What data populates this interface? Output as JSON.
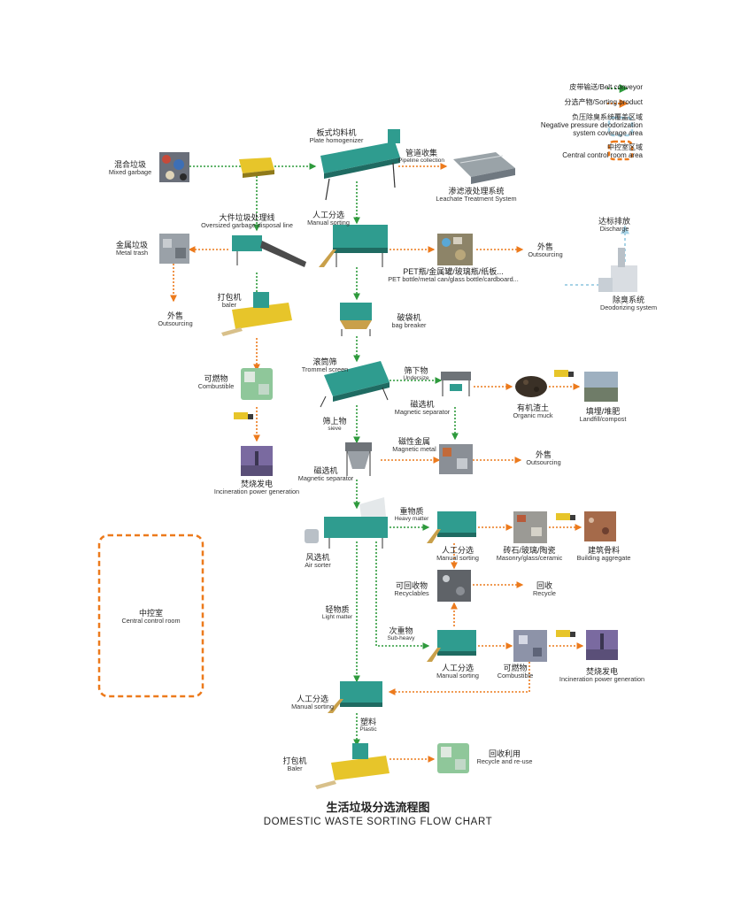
{
  "legend": {
    "belt_conveyor": "皮带输送/Belt conveyor",
    "sorting_product": "分选产物/Sorting product",
    "deodor_zh": "负压除臭系统覆盖区域",
    "deodor_en1": "Negative pressure deodorization",
    "deodor_en2": "system coverage area",
    "control_zh": "中控室区域",
    "control_en": "Central control room area"
  },
  "colors": {
    "belt": "#2e9a3c",
    "product": "#ec7a1c",
    "deodor_zone": "#a7d3e6",
    "control_zone": "#ec7a1c",
    "machine_teal": "#2f9c8f",
    "machine_yellow": "#e7c52a"
  },
  "nodes": {
    "mixed_garbage": {
      "zh": "混合垃圾",
      "en": "Mixed garbage"
    },
    "plate_homogenizer": {
      "zh": "板式均料机",
      "en": "Plate homogenizer"
    },
    "pipeline_collection": {
      "zh": "管道收集",
      "en": "Pipeline collection"
    },
    "leachate": {
      "zh": "渗滤液处理系统",
      "en": "Leachate Treatment System"
    },
    "oversized_line": {
      "zh": "大件垃圾处理线",
      "en": "Oversized garbage disposal line"
    },
    "manual_sorting_1": {
      "zh": "人工分选",
      "en": "Manual sorting"
    },
    "metal_trash": {
      "zh": "金属垃圾",
      "en": "Metal trash"
    },
    "outsourcing_1": {
      "zh": "外售",
      "en": "Outsourcing"
    },
    "pet_bottle": {
      "zh": "PET瓶/金属罐/玻璃瓶/纸板...",
      "en": "PET bottle/metal can/glass bottle/cardboard..."
    },
    "discharge": {
      "zh": "达标排放",
      "en": "Discharge"
    },
    "deodorizing": {
      "zh": "除臭系统",
      "en": "Deodorizing system"
    },
    "baler_1": {
      "zh": "打包机",
      "en": "baler"
    },
    "outsourcing_2": {
      "zh": "外售",
      "en": "Outsourcing"
    },
    "bag_breaker": {
      "zh": "破袋机",
      "en": "bag breaker"
    },
    "combustible_1": {
      "zh": "可燃物",
      "en": "Combustible"
    },
    "trommel": {
      "zh": "滚筒筛",
      "en": "Trommel screen"
    },
    "undersize": {
      "zh": "筛下物",
      "en": "Undersize"
    },
    "magnetic_sep_1": {
      "zh": "磁选机",
      "en": "Magnetic separator"
    },
    "organic_muck": {
      "zh": "有机渣土",
      "en": "Organic muck"
    },
    "landfill": {
      "zh": "填埋/堆肥",
      "en": "Landfill/compost"
    },
    "sieve": {
      "zh": "筛上物",
      "en": "sieve"
    },
    "magnetic_metal": {
      "zh": "磁性金属",
      "en": "Magnetic metal"
    },
    "outsourcing_3": {
      "zh": "外售",
      "en": "Outsourcing"
    },
    "incineration_1": {
      "zh": "焚烧发电",
      "en": "Incineration power generation"
    },
    "magnetic_sep_2": {
      "zh": "磁选机",
      "en": "Magnetic separator"
    },
    "heavy_matter": {
      "zh": "重物质",
      "en": "Heavy matter"
    },
    "manual_sorting_2": {
      "zh": "人工分选",
      "en": "Manual sorting"
    },
    "masonry": {
      "zh": "砖石/玻璃/陶瓷",
      "en": "Masonry/glass/ceramic"
    },
    "building_aggregate": {
      "zh": "建筑骨料",
      "en": "Building aggregate"
    },
    "air_sorter": {
      "zh": "风选机",
      "en": "Air sorter"
    },
    "recyclables": {
      "zh": "可回收物",
      "en": "Recyclables"
    },
    "recycle": {
      "zh": "回收",
      "en": "Recycle"
    },
    "light_matter": {
      "zh": "轻物质",
      "en": "Light matter"
    },
    "sub_heavy": {
      "zh": "次重物",
      "en": "Sub-heavy"
    },
    "manual_sorting_3": {
      "zh": "人工分选",
      "en": "Manual sorting"
    },
    "combustible_2": {
      "zh": "可燃物",
      "en": "Combustible"
    },
    "incineration_2": {
      "zh": "焚烧发电",
      "en": "Incineration power generation"
    },
    "control_room": {
      "zh": "中控室",
      "en": "Central control room"
    },
    "manual_sorting_4": {
      "zh": "人工分选",
      "en": "Manual sorting"
    },
    "plastic": {
      "zh": "塑料",
      "en": "Plastic"
    },
    "baler_2": {
      "zh": "打包机",
      "en": "Baler"
    },
    "recycle_reuse": {
      "zh": "回收利用",
      "en": "Recycle and re-use"
    }
  },
  "title": {
    "zh": "生活垃圾分选流程图",
    "en": "DOMESTIC WASTE SORTING FLOW CHART"
  }
}
